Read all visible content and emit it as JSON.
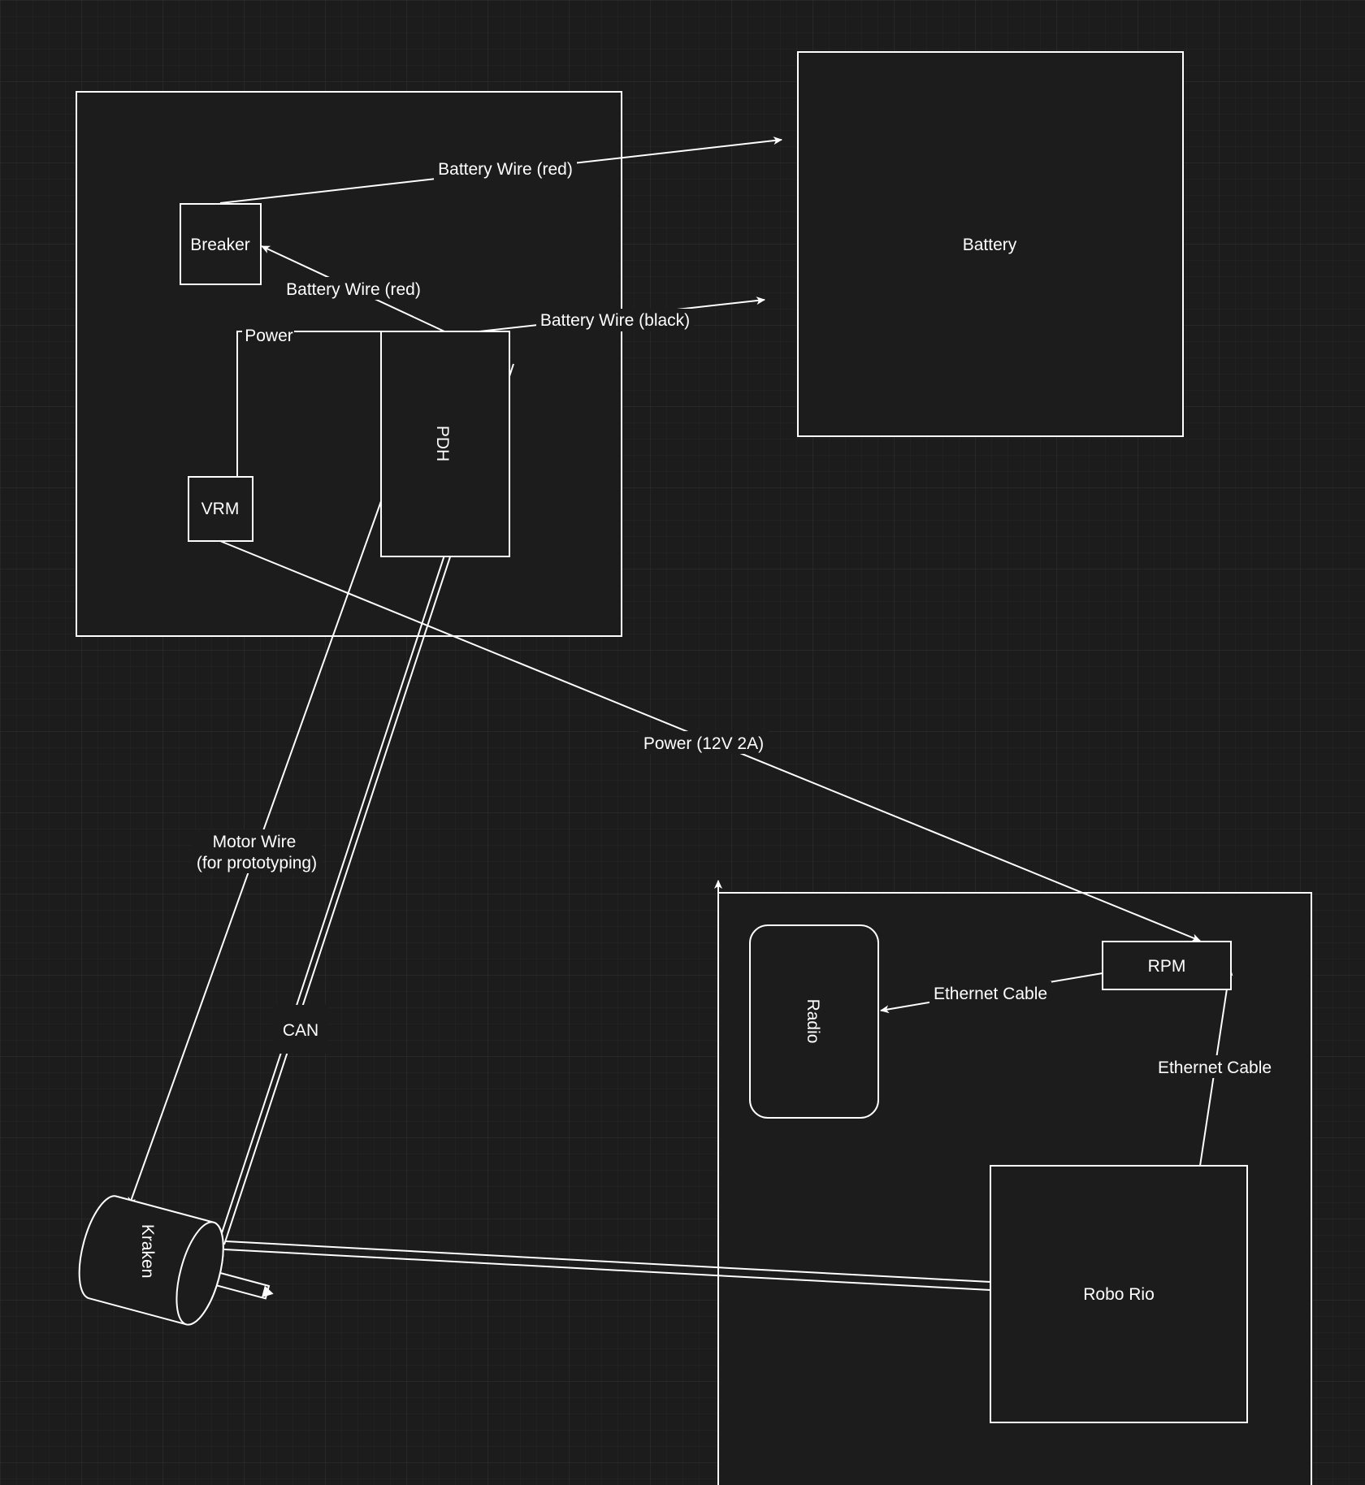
{
  "nodes": {
    "battery": "Battery",
    "breaker": "Breaker",
    "pdh": "PDH",
    "vrm": "VRM",
    "rpm": "RPM",
    "radio": "Radio",
    "roborio": "Robo Rio",
    "kraken": "Kraken"
  },
  "edges": {
    "breaker_battery": "Battery Wire (red)",
    "pdh_breaker": "Battery Wire (red)",
    "pdh_battery": "Battery Wire (black)",
    "pdh_vrm": "Power",
    "vrm_rpm": "Power (12V 2A)",
    "motor_line1": "Motor Wire",
    "motor_line2": "(for prototyping)",
    "can": "CAN",
    "rpm_radio": "Ethernet Cable",
    "roborio_rpm": "Ethernet Cable"
  },
  "colors": {
    "background": "#1c1c1c",
    "grid": "#2a2a2a",
    "stroke": "#ffffff"
  }
}
